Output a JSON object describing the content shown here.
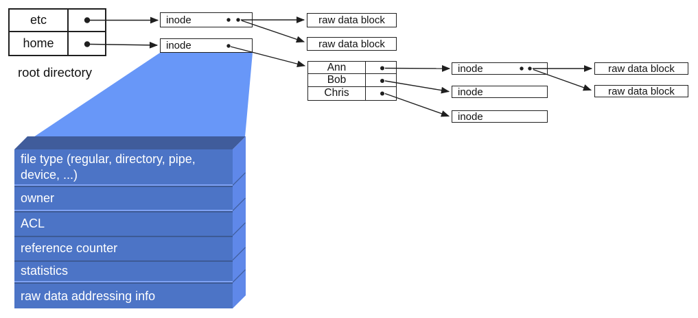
{
  "root_directory": {
    "label": "root directory",
    "rows": [
      {
        "name": "etc"
      },
      {
        "name": "home"
      }
    ]
  },
  "home_directory": {
    "rows": [
      {
        "name": "Ann"
      },
      {
        "name": "Bob"
      },
      {
        "name": "Chris"
      }
    ]
  },
  "labels": {
    "inode": "inode",
    "raw_data_block": "raw data block"
  },
  "inode_structure": {
    "fields": [
      "file type (regular, directory, pipe, device, ...)",
      "owner",
      "ACL",
      "reference counter",
      "statistics",
      "raw data addressing info"
    ]
  },
  "colors": {
    "funnel": "#6897f8",
    "slab_front": "#4c74c6",
    "slab_side": "#5f88e9",
    "slab_top": "#405c9b",
    "slab_gap": "#7fa2f4",
    "slab_edge": "#3d5a95",
    "line": "#1f1f1f",
    "slab_text": "#ffffff"
  }
}
